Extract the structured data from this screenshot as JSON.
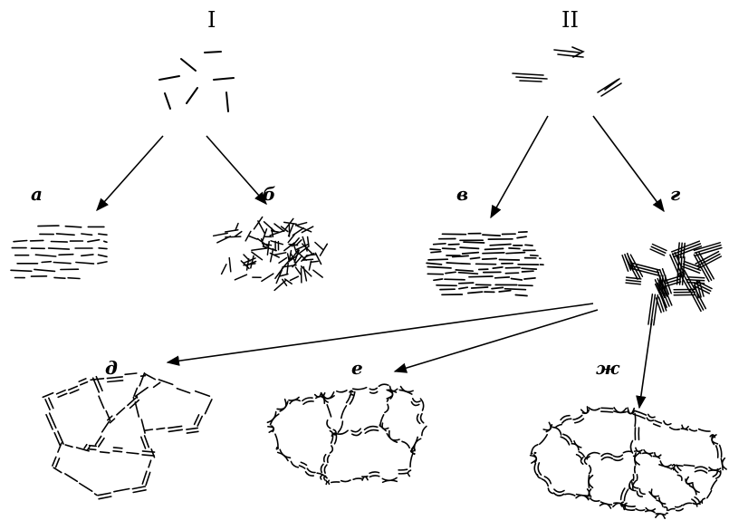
{
  "groups": {
    "group_1": {
      "label": "I"
    },
    "group_2": {
      "label": "II"
    }
  },
  "structures": {
    "a": {
      "label": "а"
    },
    "b": {
      "label": "б"
    },
    "v": {
      "label": "в"
    },
    "g": {
      "label": "г"
    },
    "d": {
      "label": "д"
    },
    "e": {
      "label": "е"
    },
    "zh": {
      "label": "ж"
    }
  },
  "colors": {
    "ink": "#000000",
    "background": "#ffffff"
  }
}
